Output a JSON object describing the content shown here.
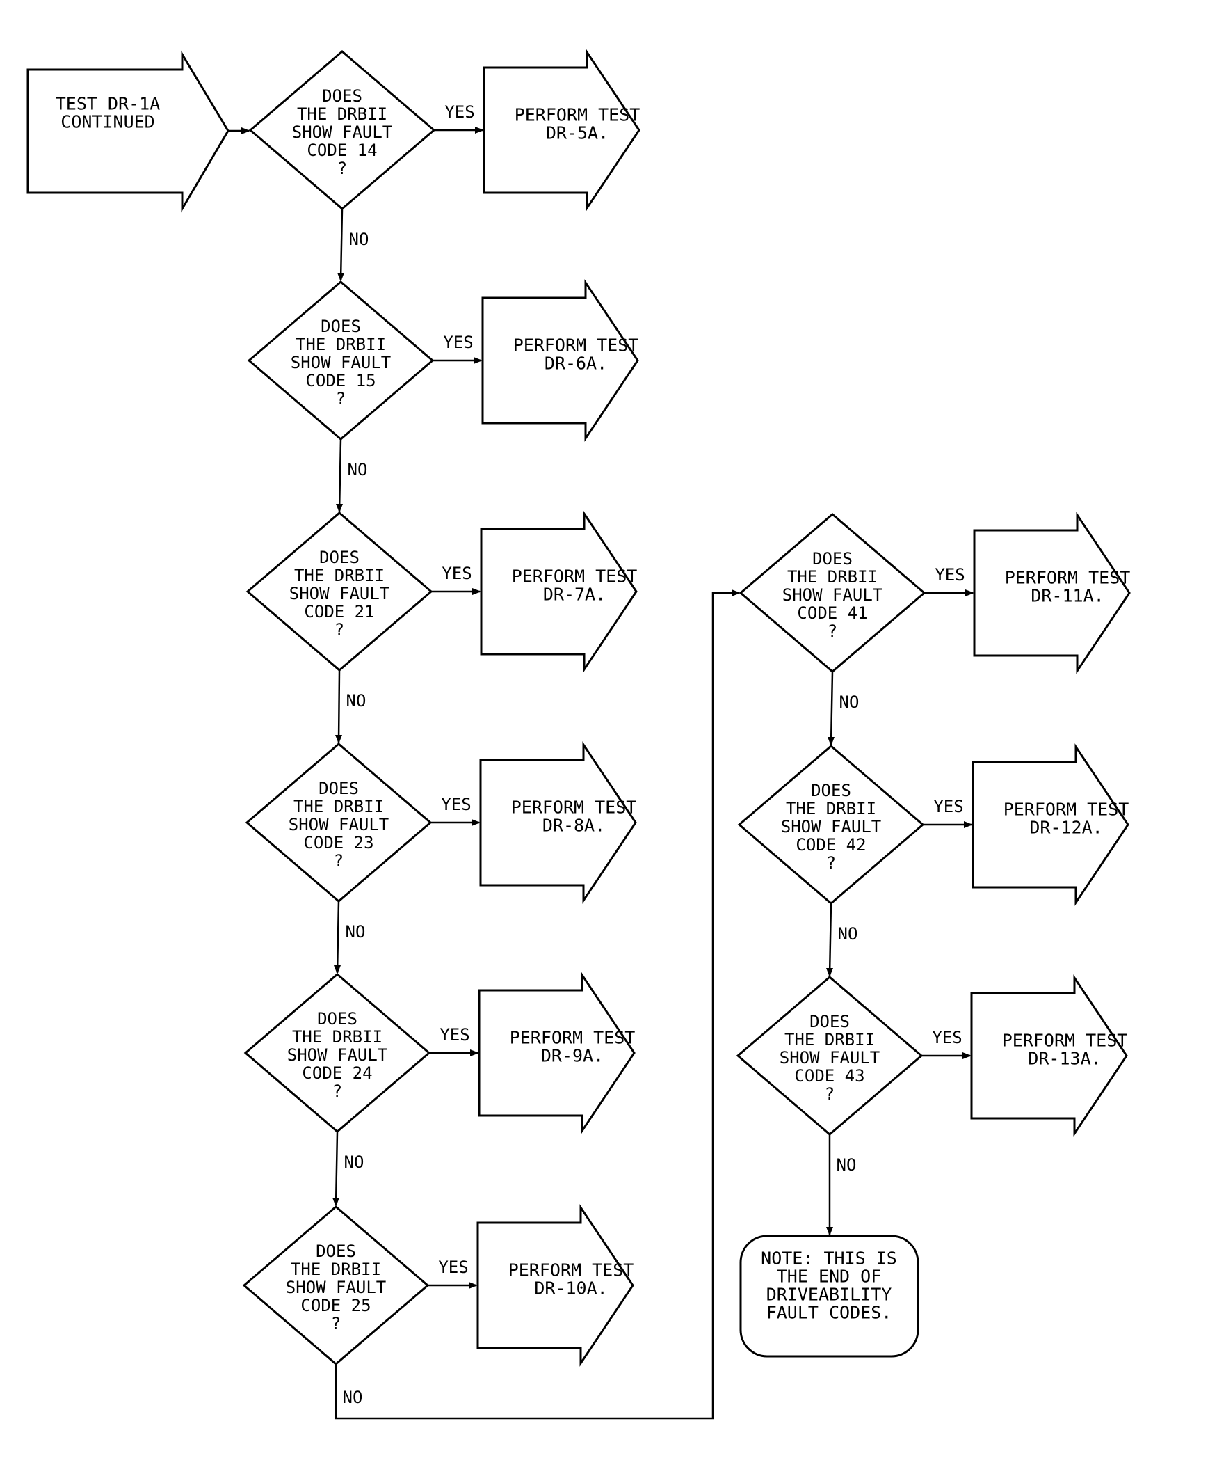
{
  "start": [
    "TEST DR-1A",
    "CONTINUED"
  ],
  "labels": {
    "yes": "YES",
    "no": "NO"
  },
  "decisions": [
    {
      "lines": [
        "DOES",
        "THE DRBII",
        "SHOW FAULT",
        "CODE 14",
        "?"
      ],
      "action": [
        "PERFORM TEST",
        "DR-5A."
      ]
    },
    {
      "lines": [
        "DOES",
        "THE DRBII",
        "SHOW FAULT",
        "CODE 15",
        "?"
      ],
      "action": [
        "PERFORM TEST",
        "DR-6A."
      ]
    },
    {
      "lines": [
        "DOES",
        "THE DRBII",
        "SHOW FAULT",
        "CODE 21",
        "?"
      ],
      "action": [
        "PERFORM TEST",
        "DR-7A."
      ]
    },
    {
      "lines": [
        "DOES",
        "THE DRBII",
        "SHOW FAULT",
        "CODE 23",
        "?"
      ],
      "action": [
        "PERFORM TEST",
        "DR-8A."
      ]
    },
    {
      "lines": [
        "DOES",
        "THE DRBII",
        "SHOW FAULT",
        "CODE 24",
        "?"
      ],
      "action": [
        "PERFORM TEST",
        "DR-9A."
      ]
    },
    {
      "lines": [
        "DOES",
        "THE DRBII",
        "SHOW FAULT",
        "CODE 25",
        "?"
      ],
      "action": [
        "PERFORM TEST",
        "DR-10A."
      ]
    },
    {
      "lines": [
        "DOES",
        "THE DRBII",
        "SHOW FAULT",
        "CODE 41",
        "?"
      ],
      "action": [
        "PERFORM TEST",
        "DR-11A."
      ]
    },
    {
      "lines": [
        "DOES",
        "THE DRBII",
        "SHOW FAULT",
        "CODE 42",
        "?"
      ],
      "action": [
        "PERFORM TEST",
        "DR-12A."
      ]
    },
    {
      "lines": [
        "DOES",
        "THE DRBII",
        "SHOW FAULT",
        "CODE 43",
        "?"
      ],
      "action": [
        "PERFORM TEST",
        "DR-13A."
      ]
    }
  ],
  "end_note": [
    "NOTE: THIS IS",
    "THE END OF",
    "DRIVEABILITY",
    "FAULT CODES."
  ]
}
